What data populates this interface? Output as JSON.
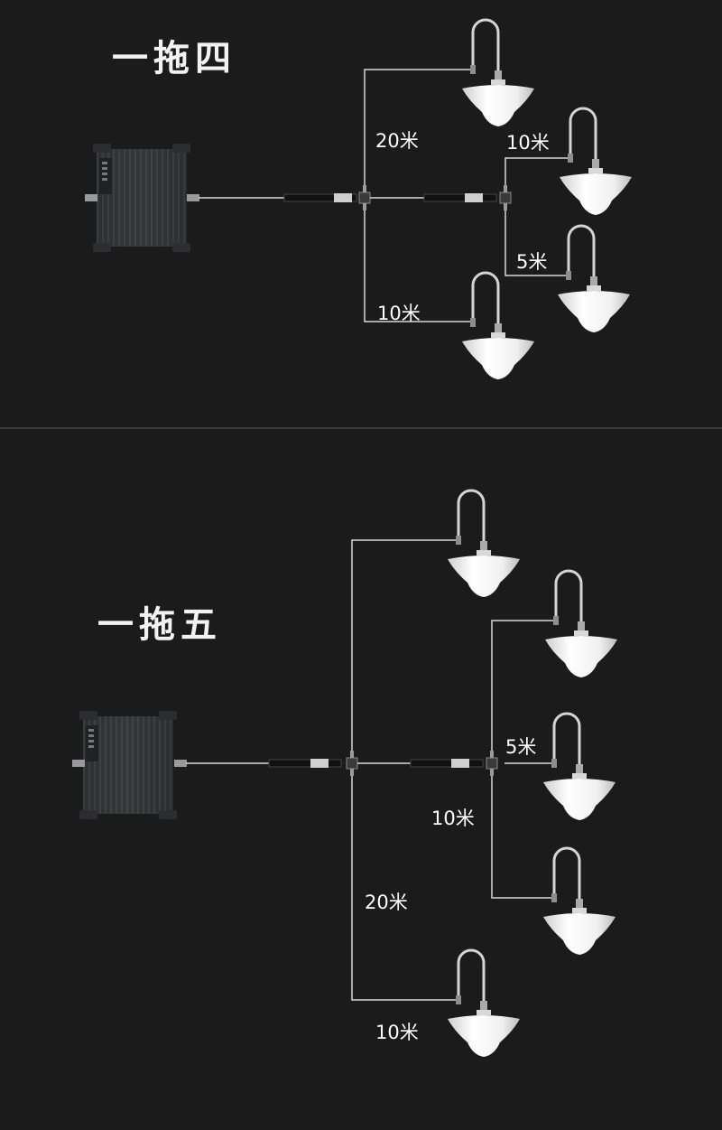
{
  "diagram_top": {
    "title": "一拖四",
    "labels": [
      "20米",
      "10米",
      "5米",
      "10米"
    ]
  },
  "diagram_bottom": {
    "title": "一拖五",
    "labels": [
      "5米",
      "10米",
      "20米",
      "10米"
    ]
  },
  "colors": {
    "background": "#1b1b1b",
    "divider": "#3a3a3a",
    "cable": "#d8d8d8",
    "antenna": "#f4f4f4",
    "text": "#ffffff"
  }
}
